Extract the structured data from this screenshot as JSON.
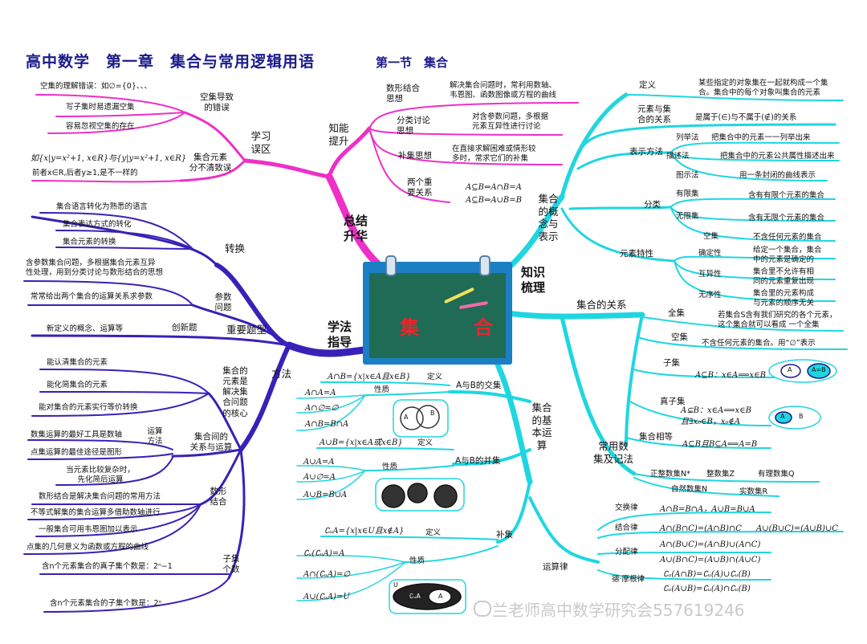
{
  "header": {
    "title": "高中数学　第一章　集合与常用逻辑用语",
    "subtitle": "第一节　集合"
  },
  "center": {
    "label": "集　合"
  },
  "watermark": "兰老师高中数学研究会557619246",
  "colors": {
    "knowledge": "#1fd6e0",
    "summary": "#ee2fc8",
    "method": "#3a20b8",
    "ops": "#1fd6e0"
  },
  "left_top": {
    "root": "总结\n升华",
    "zhineng": "知能\n提升",
    "xuexi": "学习\n误区",
    "kongji": "空集导致\n的错误",
    "kj1": "空集的理解错误：如∅={0}、、、",
    "kj2": "写子集时易遗漏空集",
    "kj3": "容易忽视空集的存在",
    "yuansu": "集合元素\n分不清致误",
    "ys1": "如{x|y=x²+1, x∈R}与{y|y=x²+1, x∈R}",
    "ys2": "前者x∈R,后者y≥1,是不一样的",
    "shuxing": "数形结合\n思想",
    "shuxing_d": "解决集合问题时，常利用数轴、\n韦恩图、函数图像或方程的曲线",
    "fenlei": "分类讨论\n思想",
    "fenlei_d": "对含参数问题，多根据\n元素互异性进行讨论",
    "buji": "补集思想",
    "buji_d": "在直接求解困难或情形较\n多时，常求它们的补集",
    "liangge": "两个重\n要关系",
    "lg1": "A⊆B⇔A∩B=A",
    "lg2": "A⊆B⇔A∪B=B"
  },
  "left_bottom": {
    "root": "学法\n指导",
    "zhongyao": "重要题型",
    "zhuanhuan": "转换",
    "zh1": "集合语言转化为熟悉的语言",
    "zh2": "集合表达方式的转化",
    "zh3": "集合元素的转换",
    "canshu": "参数\n问题",
    "cs1": "含参数集合问题，多根据集合元素互异\n性处理，用到分类讨论与数形结合的思想",
    "cs2": "常常给出两个集合的运算关系求参数",
    "chuangxin": "创新题",
    "cx1": "新定义的概念、运算等",
    "fangfa": "方法",
    "hexin": "集合的\n元素是\n解决集\n合问题\n的核心",
    "hx1": "能认清集合的元素",
    "hx2": "能化简集合的元素",
    "hx3": "能对集合的元素实行等价转换",
    "guanxi_ys": "集合间的\n关系与运算",
    "yunsuan_ff": "运算\n方法",
    "ys_a": "数集运算的最好工具是数轴",
    "ys_b": "点集运算的最佳途径是图形",
    "ys_c": "当元素比较复杂时，\n先化简后运算",
    "shuxing2": "数形\n结合",
    "sx1": "数形结合是解决集合问题的常用方法",
    "sx2": "不等式解集的集合运算多借助数轴进行",
    "sx3": "一般集合可用韦恩图加以表示",
    "sx4": "点集的几何意义为函数或方程的曲线",
    "ziji": "子集\n个数",
    "zj1": "含n个元素集合的真子集个数是：2ⁿ−1",
    "zj2": "含n个元素集合的子集个数是：2ⁿ"
  },
  "right_top": {
    "root": "知识\n梳理",
    "gainian": "集合\n的概\n念与\n表示",
    "dingyi": "定义",
    "dingyi_d": "某些指定的对象集在一起就构成一个集\n合。集合中的每个对象叫集合的元素",
    "yuansuyu": "元素与集\n合的关系",
    "yuansuyu_d": "是属于(∈)与不属于(∉)的关系",
    "biaoshi": "表示方法",
    "liejufa": "列举法",
    "liejufa_d": "把集合中的元素一一列举出来",
    "miaoshufa": "描述法",
    "miaoshufa_d": "把集合中的元素公共属性描述出来",
    "tushifa": "图示法",
    "tushifa_d": "用一条封闭的曲线表示",
    "fenlei": "分类",
    "youxian": "有限集",
    "youxian_d": "含有有限个元素的集合",
    "wuxian": "无限集",
    "wuxian_d": "含有无限个元素的集合",
    "kongji": "空集",
    "kongji_d": "不含任何元素的集合",
    "texing": "元素特性",
    "queding": "确定性",
    "queding_d": "给定一个集合，集合\n中的元素是确定的",
    "huyi": "互异性",
    "huyi_d": "集合里不允许有相\n同的元素重复出现",
    "wuxu": "无序性",
    "wuxu_d": "集合里的元素构成\n与元素的顺序无关",
    "guanxi": "集合的关系",
    "quanji": "全集",
    "quanji_d": "若集合S含有我们研究的各个元素，\n这个集合就可以看成 一个全集",
    "kongji2": "空集",
    "kongji2_d": "不含任何元素的集合。用“∅”表示",
    "ziji": "子集",
    "ziji_d": "A⊆B：x∈A⟹x∈B",
    "zhenziji": "真子集",
    "zhenziji_d1": "A⊊B：x∈A⟹x∈B",
    "zhenziji_d2": "且∃x₀∈B，x₀∉A",
    "xiangdeng": "集合相等",
    "xiangdeng_d": "A⊆B且B⊆A⟺A=B",
    "venn_a": "A",
    "venn_b": "B",
    "venn_ab": "A=B",
    "changyong": "常用数\n集及记法",
    "zhengzheng": "正整数集N*",
    "zhengshu": "整数集Z",
    "youli": "有理数集Q",
    "ziran": "自然数集N",
    "shishu": "实数集R"
  },
  "right_bottom": {
    "root": "集合\n的基\n本运\n算",
    "jiaoji": "A与B的交集",
    "jj_def": "A∩B={x|x∈A且x∈B}",
    "jj_def_l": "定义",
    "jj_xz": "性质",
    "jj1": "A∩A=A",
    "jj2": "A∩∅=∅",
    "jj3": "A∩B=B∩A",
    "bingji": "A与B的并集",
    "bj_def": "A∪B={x|x∈A或x∈B}",
    "bj_def_l": "定义",
    "bj_xz": "性质",
    "bj1": "A∪A=A",
    "bj2": "A∪∅=A",
    "bj3": "A∪B=B∪A",
    "buji": "补集",
    "bu_def": "∁ᵤA={x|x∈U且x∉A}",
    "bu_def_l": "定义",
    "bu_xz": "性质",
    "bu1": "∁ᵤ(∁ᵤA)=A",
    "bu2": "A∩(∁ᵤA)=∅",
    "bu3": "A∪(∁ᵤA)=U",
    "yunsuanlv": "运算律",
    "jiaohuan": "交换律",
    "jiaohuan_d": "A∩B=B∩A，A∪B=B∪A",
    "jiehe": "结合律",
    "jiehe_d1": "A∩(B∩C)=(A∩B)∩C",
    "jiehe_d2": "A∪(B∪C)=(A∪B)∪C",
    "fenpei": "分配律",
    "fenpei_d1": "A∩(B∪C)=(A∩B)∪(A∩C)",
    "fenpei_d2": "A∪(B∩C)=(A∪B)∩(A∪C)",
    "demogen": "德·摩根律",
    "dm1": "∁ᵤ(A∩B)=∁ᵤ(A)∪∁ᵤ(B)",
    "dm2": "∁ᵤ(A∪B)=∁ᵤ(A)∩∁ᵤ(B)",
    "venn_u": "U",
    "venn_cua": "∁ᵤA",
    "venn_a": "A",
    "venn_b": "B"
  }
}
